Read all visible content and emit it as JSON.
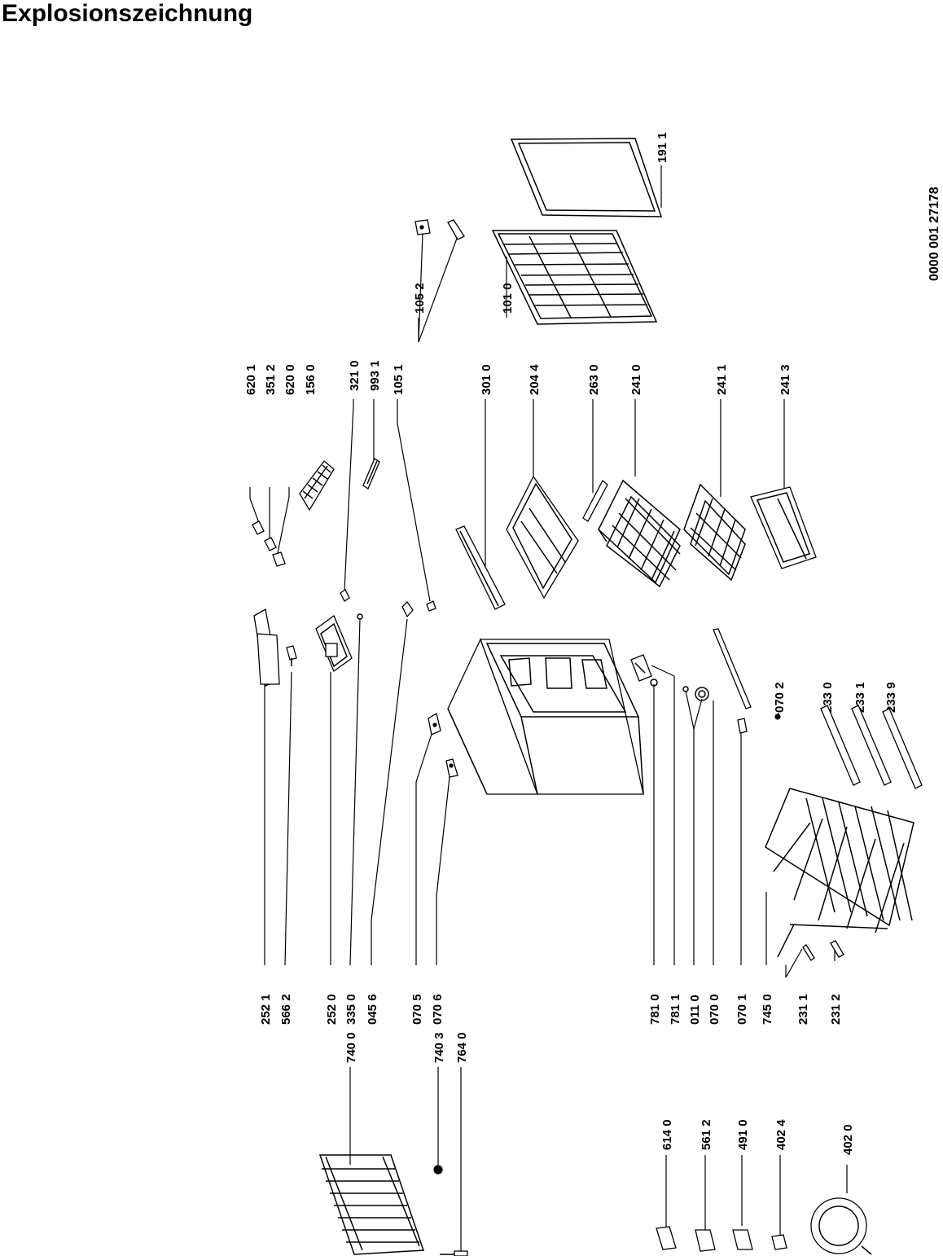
{
  "title": "Explosionszeichnung",
  "document_number": "0000 001 27178",
  "colors": {
    "ink": "#000000",
    "paper": "#ffffff"
  },
  "top_labels": [
    "620 1",
    "351 2",
    "620 0",
    "156 0",
    "321 0",
    "993 1",
    "105 1",
    "105 2",
    "301 0",
    "101 0",
    "204 4",
    "263 0",
    "241 0",
    "241 1",
    "241 3"
  ],
  "door_label": "191 1",
  "right_labels": [
    "070 2",
    "233 0",
    "233 1",
    "233 9"
  ],
  "middle_labels": [
    "252 1",
    "566 2",
    "252 0",
    "335 0",
    "045 6",
    "070 5",
    "070 6",
    "781 0",
    "781 1",
    "011 0",
    "070 0",
    "070 1",
    "745 0",
    "231 1",
    "231 2"
  ],
  "lower_labels": [
    "740 0",
    "740 3",
    "764 0"
  ],
  "bottom_labels": [
    "614 0",
    "561 2",
    "491 0",
    "402 4",
    "402 0"
  ]
}
